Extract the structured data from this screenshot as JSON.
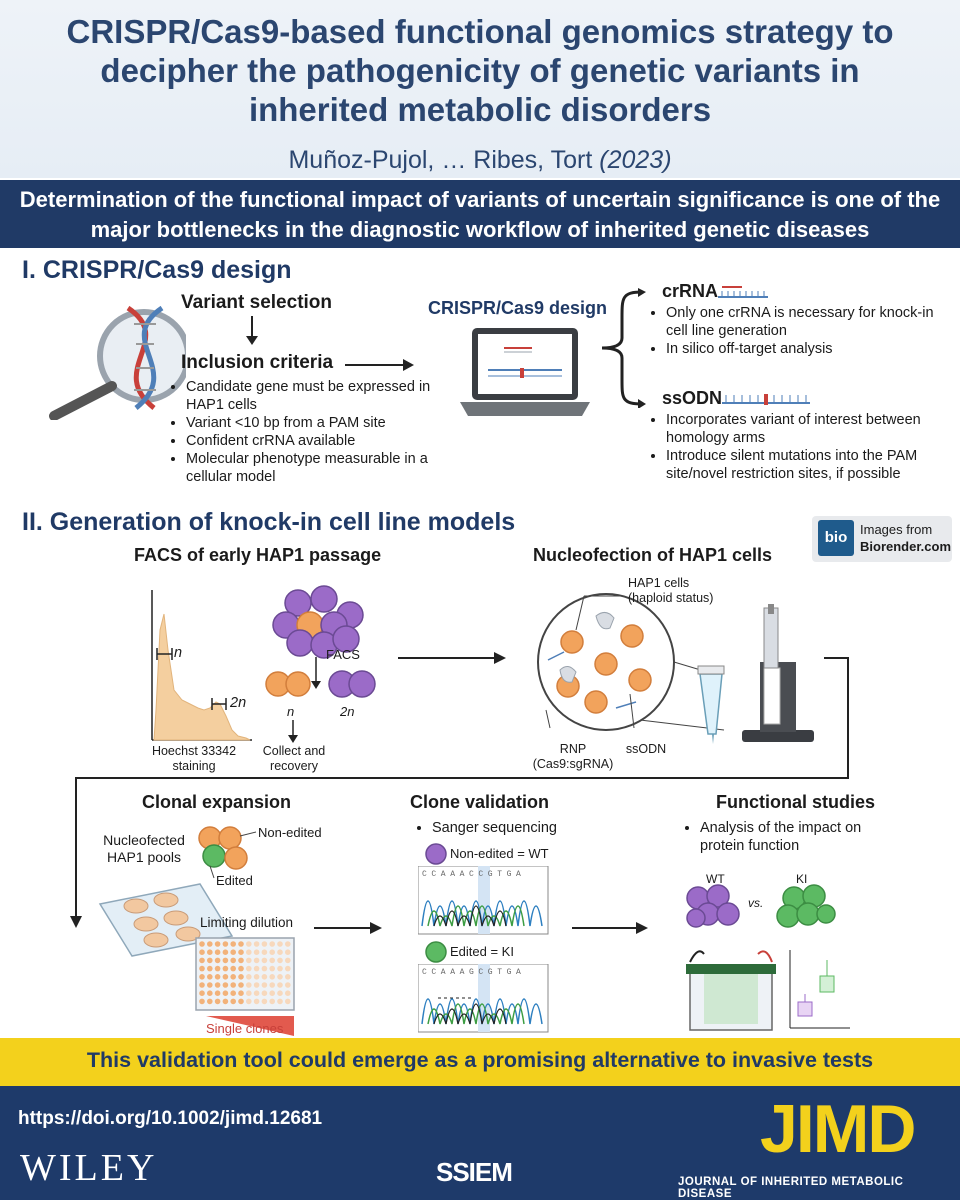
{
  "header": {
    "title": "CRISPR/Cas9-based functional genomics strategy to decipher the pathogenicity of genetic variants in inherited metabolic disorders",
    "authors": "Muñoz-Pujol, … Ribes, Tort",
    "year": "(2023)",
    "banner": "Determination of the functional impact of variants of uncertain significance is one of the major bottlenecks in the diagnostic workflow of inherited genetic diseases"
  },
  "section1": {
    "title": "I. CRISPR/Cas9 design",
    "variant_selection": "Variant selection",
    "inclusion_criteria": "Inclusion criteria",
    "criteria": [
      "Candidate gene must be expressed in HAP1 cells",
      "Variant <10 bp from a PAM site",
      "Confident crRNA available",
      "Molecular phenotype measurable in a cellular model"
    ],
    "design_label": "CRISPR/Cas9 design",
    "crrna_label": "crRNA",
    "crrna_points": [
      "Only one crRNA is necessary for knock-in cell line generation",
      "In silico off-target analysis"
    ],
    "ssodn_label": "ssODN",
    "ssodn_points": [
      "Incorporates variant of interest between homology arms",
      "Introduce silent mutations into the PAM site/novel restriction sites, if possible"
    ]
  },
  "section2": {
    "title": "II. Generation of knock-in cell line models",
    "biorender_line1": "Images from",
    "biorender_line2": "Biorender.com",
    "biorender_logo": "bio",
    "facs_title": "FACS of early HAP1 passage",
    "hist_n": "n",
    "hist_2n": "2n",
    "hoechst": "Hoechst 33342 staining",
    "facs_label": "FACS",
    "n_label": "n",
    "twon_label": "2n",
    "collect": "Collect and recovery",
    "nucleo_title": "Nucleofection of HAP1 cells",
    "hap1_cells": "HAP1 cells",
    "haploid": "(haploid status)",
    "rnp": "RNP",
    "rnp_sub": "(Cas9:sgRNA)",
    "ssodn": "ssODN",
    "clonal_title": "Clonal expansion",
    "nucleofected": "Nucleofected HAP1 pools",
    "non_edited": "Non-edited",
    "edited": "Edited",
    "limiting": "Limiting dilution",
    "single_clones": "Single clones",
    "validation_title": "Clone validation",
    "sanger": "Sanger sequencing",
    "wt_label": "Non-edited = WT",
    "ki_label": "Edited = KI",
    "seq_wt": "CCAAACCGTGA",
    "seq_ki": "CCAAAGCGTGA",
    "functional_title": "Functional studies",
    "functional_text": "Analysis of the impact on protein function",
    "wt": "WT",
    "vs": "vs.",
    "ki": "KI"
  },
  "footer": {
    "conclusion": "This validation tool could emerge as a promising alternative to invasive tests",
    "doi": "https://doi.org/10.1002/jimd.12681",
    "wiley": "WILEY",
    "ssiem": "SSIEM",
    "jimd": "JIMD",
    "journal": "JOURNAL OF INHERITED METABOLIC DISEASE"
  },
  "colors": {
    "navy": "#203a66",
    "yellow": "#f3d11c",
    "purple_cell": "#9b6bc8",
    "orange_cell": "#f2a35c",
    "green_cell": "#5cba63"
  }
}
